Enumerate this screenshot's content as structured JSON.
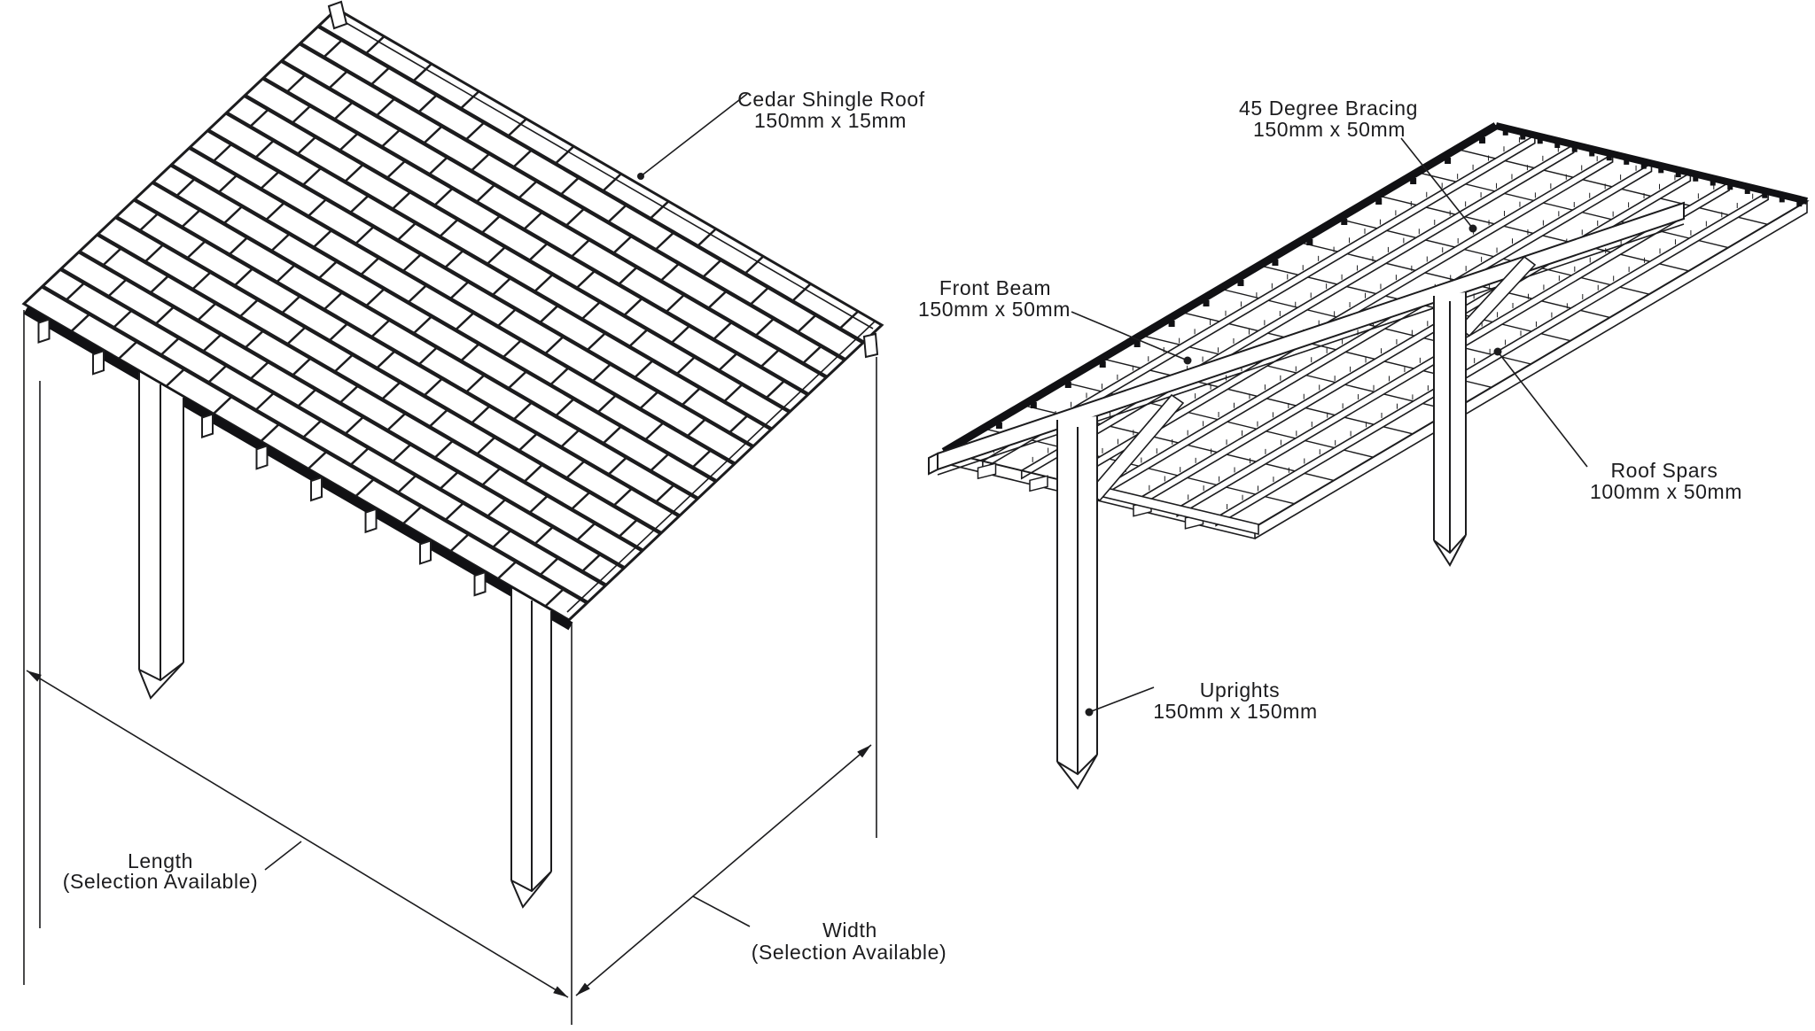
{
  "colors": {
    "background": "#ffffff",
    "line": "#1c1c1e"
  },
  "left_diagram": {
    "roof_label": {
      "line1": "Cedar Shingle Roof",
      "line2": "150mm x 15mm"
    },
    "length_label": {
      "line1": "Length",
      "line2": "(Selection Available)"
    },
    "width_label": {
      "line1": "Width",
      "line2": "(Selection Available)"
    }
  },
  "right_diagram": {
    "bracing_label": {
      "line1": "45 Degree Bracing",
      "line2": "150mm x 50mm"
    },
    "front_beam_label": {
      "line1": "Front Beam",
      "line2": "150mm x 50mm"
    },
    "roof_spars_label": {
      "line1": "Roof Spars",
      "line2": "100mm x 50mm"
    },
    "uprights_label": {
      "line1": "Uprights",
      "line2": "150mm x 150mm"
    }
  }
}
